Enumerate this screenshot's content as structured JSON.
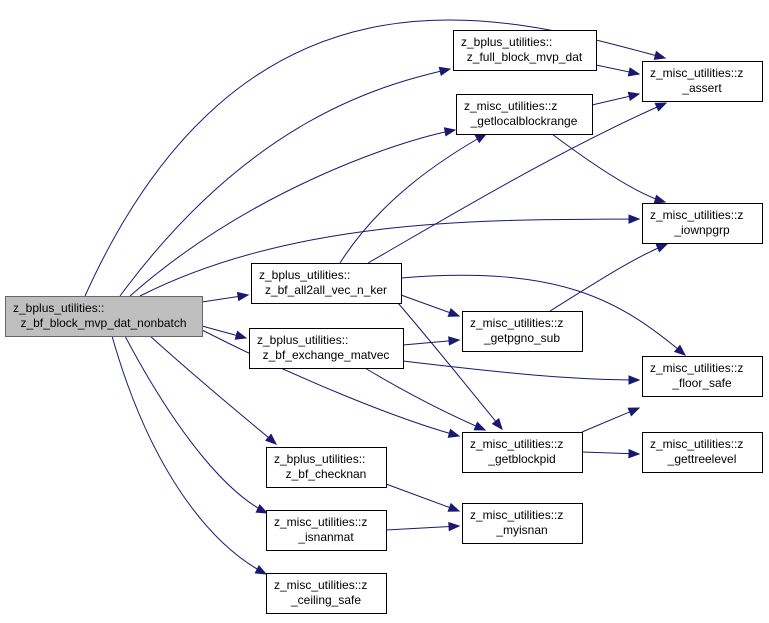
{
  "graph": {
    "nodes": [
      {
        "id": "root",
        "lines": [
          "z_bplus_utilities::",
          "z_bf_block_mvp_dat_nonbatch"
        ],
        "root": true
      },
      {
        "id": "full_block",
        "lines": [
          "z_bplus_utilities::",
          "z_full_block_mvp_dat"
        ]
      },
      {
        "id": "getlocalblockrange",
        "lines": [
          "z_misc_utilities::z",
          "_getlocalblockrange"
        ]
      },
      {
        "id": "all2all",
        "lines": [
          "z_bplus_utilities::",
          "z_bf_all2all_vec_n_ker"
        ]
      },
      {
        "id": "exchange",
        "lines": [
          "z_bplus_utilities::",
          "z_bf_exchange_matvec"
        ]
      },
      {
        "id": "checknan",
        "lines": [
          "z_bplus_utilities::",
          "z_bf_checknan"
        ]
      },
      {
        "id": "isnanmat",
        "lines": [
          "z_misc_utilities::z",
          "_isnanmat"
        ]
      },
      {
        "id": "ceiling",
        "lines": [
          "z_misc_utilities::z",
          "_ceiling_safe"
        ]
      },
      {
        "id": "getpgno",
        "lines": [
          "z_misc_utilities::z",
          "_getpgno_sub"
        ]
      },
      {
        "id": "getblockpid",
        "lines": [
          "z_misc_utilities::z",
          "_getblockpid"
        ]
      },
      {
        "id": "myisnan",
        "lines": [
          "z_misc_utilities::z",
          "_myisnan"
        ]
      },
      {
        "id": "assert",
        "lines": [
          "z_misc_utilities::z",
          "_assert"
        ]
      },
      {
        "id": "iownpgrp",
        "lines": [
          "z_misc_utilities::z",
          "_iownpgrp"
        ]
      },
      {
        "id": "floor",
        "lines": [
          "z_misc_utilities::z",
          "_floor_safe"
        ]
      },
      {
        "id": "gettreelevel",
        "lines": [
          "z_misc_utilities::z",
          "_gettreelevel"
        ]
      }
    ],
    "edges": [
      [
        "root",
        "assert"
      ],
      [
        "root",
        "full_block"
      ],
      [
        "root",
        "getlocalblockrange"
      ],
      [
        "root",
        "iownpgrp"
      ],
      [
        "root",
        "all2all"
      ],
      [
        "root",
        "exchange"
      ],
      [
        "root",
        "getblockpid"
      ],
      [
        "root",
        "checknan"
      ],
      [
        "root",
        "isnanmat"
      ],
      [
        "root",
        "ceiling"
      ],
      [
        "full_block",
        "assert"
      ],
      [
        "getlocalblockrange",
        "assert"
      ],
      [
        "getlocalblockrange",
        "iownpgrp"
      ],
      [
        "all2all",
        "getlocalblockrange"
      ],
      [
        "all2all",
        "assert"
      ],
      [
        "all2all",
        "getpgno"
      ],
      [
        "all2all",
        "floor"
      ],
      [
        "all2all",
        "getblockpid"
      ],
      [
        "exchange",
        "getpgno"
      ],
      [
        "exchange",
        "floor"
      ],
      [
        "exchange",
        "getblockpid"
      ],
      [
        "getpgno",
        "iownpgrp"
      ],
      [
        "getblockpid",
        "floor"
      ],
      [
        "getblockpid",
        "gettreelevel"
      ],
      [
        "checknan",
        "myisnan"
      ],
      [
        "isnanmat",
        "myisnan"
      ]
    ]
  }
}
